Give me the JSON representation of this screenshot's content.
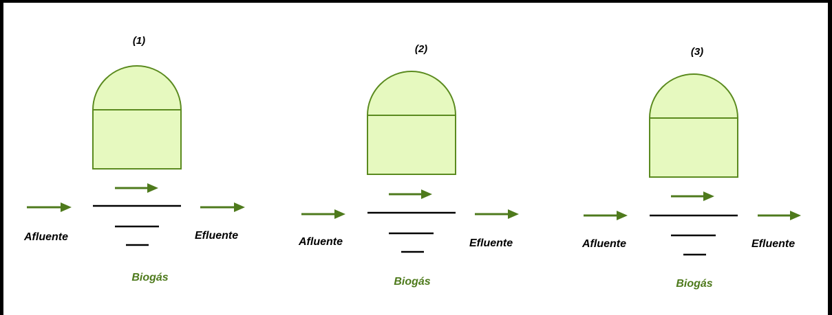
{
  "colors": {
    "tank_fill": "#e6f9bf",
    "tank_stroke": "#5a8a1e",
    "arrow": "#4e7a1c",
    "biogas_text": "#4e7a1c",
    "line": "#000000",
    "border": "#000000"
  },
  "units": [
    {
      "label": "(1)",
      "influent": "Afluente",
      "effluent": "Efluente",
      "gas": "Biogás"
    },
    {
      "label": "(2)",
      "influent": "Afluente",
      "effluent": "Efluente",
      "gas": "Biogás"
    },
    {
      "label": "(3)",
      "influent": "Afluente",
      "effluent": "Efluente",
      "gas": "Biogás"
    }
  ]
}
